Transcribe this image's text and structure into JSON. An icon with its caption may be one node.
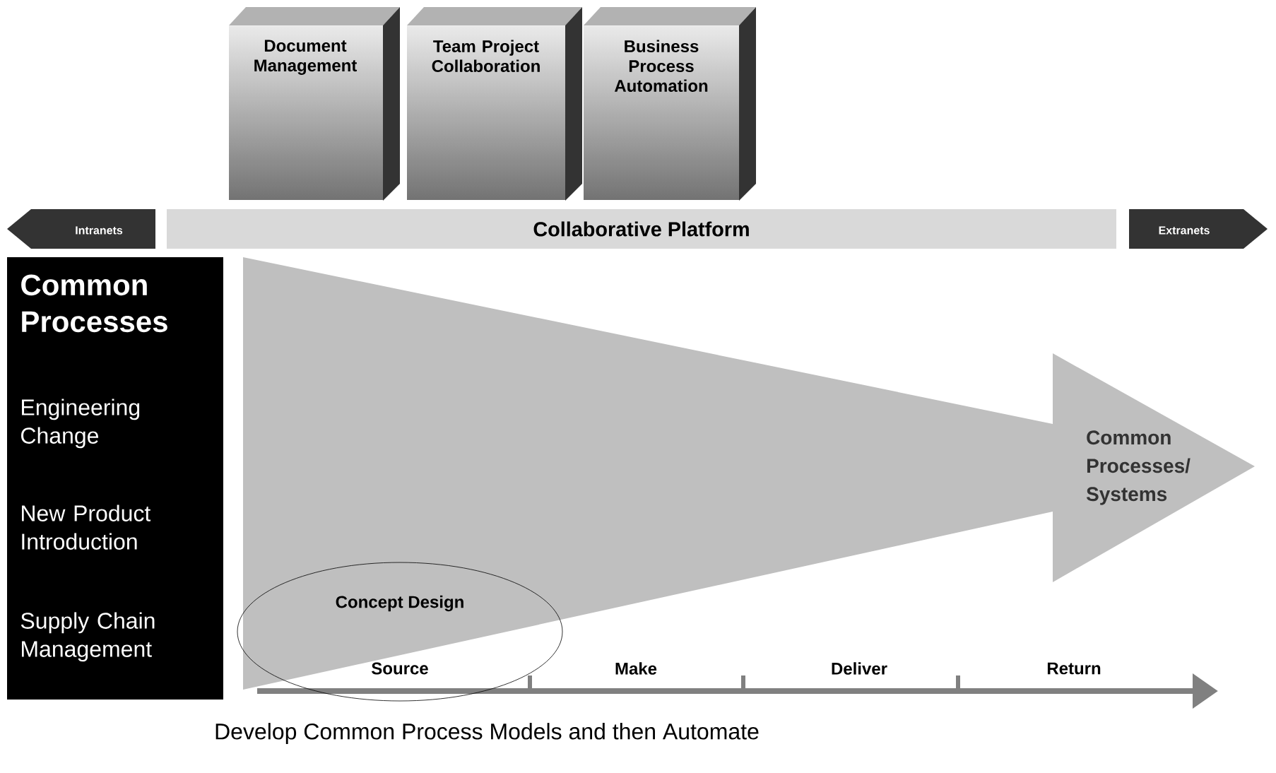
{
  "diagram": {
    "caption": "Develop Common Process Models and then Automate",
    "nodes": [
      {
        "text": [
          "Document Management"
        ]
      },
      {
        "text": [
          "Team Project Collaboration"
        ]
      },
      {
        "text": [
          "Business Process Automation"
        ]
      },
      {
        "text": [
          "Intranets"
        ]
      },
      {
        "text": [
          "Collaborative Platform"
        ]
      },
      {
        "text": [
          "Extranets"
        ]
      },
      {
        "text": [
          "Common Processes",
          "Engineering Change",
          "New Product Introduction",
          "Supply Chain Management"
        ]
      },
      {
        "text": [
          "Common Processes/ Systems"
        ]
      },
      {
        "text": [
          "Concept Design"
        ]
      }
    ],
    "labels": [
      "Source",
      "Make",
      "Deliver",
      "Return"
    ]
  }
}
